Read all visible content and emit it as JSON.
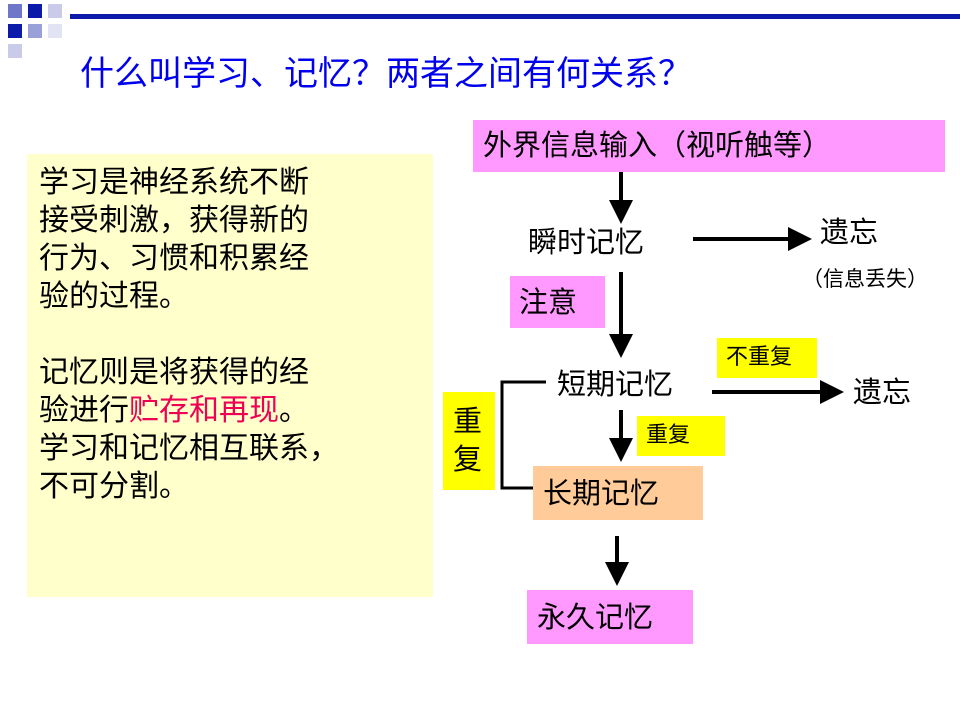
{
  "title": "什么叫学习、记忆？两者之间有何关系？",
  "explanation": {
    "line1": "学习是神经系统不断",
    "line2": "接受刺激，获得新的",
    "line3": "行为、习惯和积累经",
    "line4": "验的过程。",
    "line5": "记忆则是将获得的经",
    "line6_prefix": "验进行",
    "line6_highlight": "贮存和再现",
    "line6_suffix": "。",
    "line7": "学习和记忆相互联系，",
    "line8": "不可分割。"
  },
  "flowchart": {
    "input": "外界信息输入（视听触等）",
    "sensory_memory": "瞬时记忆",
    "forget_1": "遗忘",
    "forget_1_note": "（信息丢失）",
    "attention": "注意",
    "short_term_memory": "短期记忆",
    "no_repeat": "不重复",
    "forget_2": "遗忘",
    "repeat_side": "重复",
    "repeat_inline": "重复",
    "long_term_memory": "长期记忆",
    "permanent_memory": "永久记忆"
  },
  "colors": {
    "title": "#0000ee",
    "panel": "#ffffcc",
    "highlight": "#ee0055",
    "pink_box": "#ff99ff",
    "yellow_box": "#ffff00",
    "peach_box": "#ffcc99"
  }
}
